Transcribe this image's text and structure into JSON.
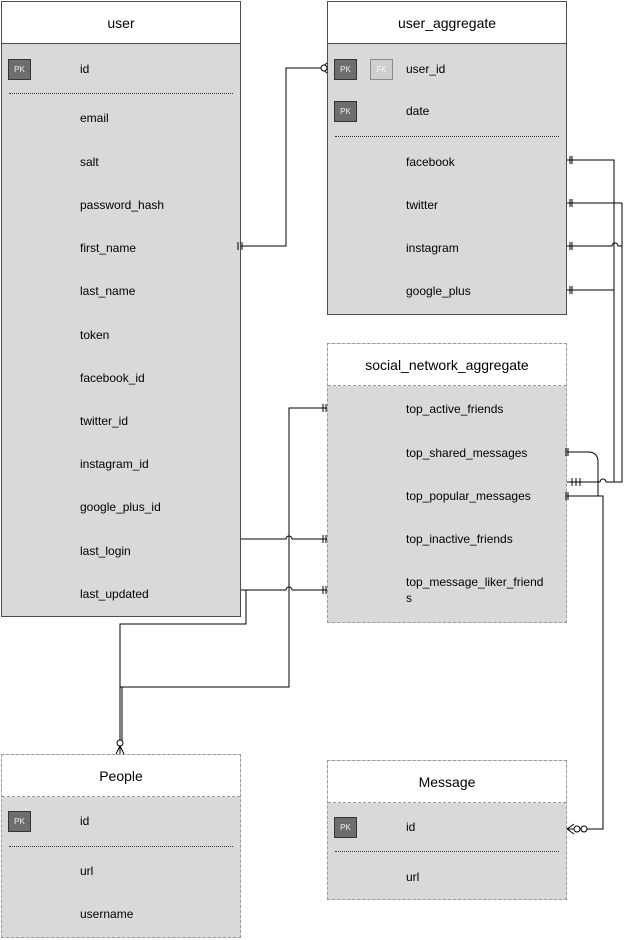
{
  "diagram": {
    "key_labels": {
      "pk": "PK",
      "fk": "FK"
    },
    "entities": {
      "user": {
        "title": "user",
        "fields": [
          "id",
          "email",
          "salt",
          "password_hash",
          "first_name",
          "last_name",
          "token",
          "facebook_id",
          "twitter_id",
          "instagram_id",
          "google_plus_id",
          "last_login",
          "last_updated"
        ]
      },
      "user_aggregate": {
        "title": "user_aggregate",
        "fields": [
          "user_id",
          "date",
          "facebook",
          "twitter",
          "instagram",
          "google_plus"
        ]
      },
      "social_network_aggregate": {
        "title": "social_network_aggregate",
        "fields": [
          "top_active_friends",
          "top_shared_messages",
          "top_popular_messages",
          "top_inactive_friends",
          "top_message_liker_friend",
          "s"
        ]
      },
      "people": {
        "title": "People",
        "fields": [
          "id",
          "url",
          "username"
        ]
      },
      "message": {
        "title": "Message",
        "fields": [
          "id",
          "url"
        ]
      }
    },
    "colors": {
      "entity_body": "#d9d9d9",
      "pk_key": "#6d6d6d",
      "fk_key": "#cfcfcf",
      "line": "#000000"
    }
  }
}
